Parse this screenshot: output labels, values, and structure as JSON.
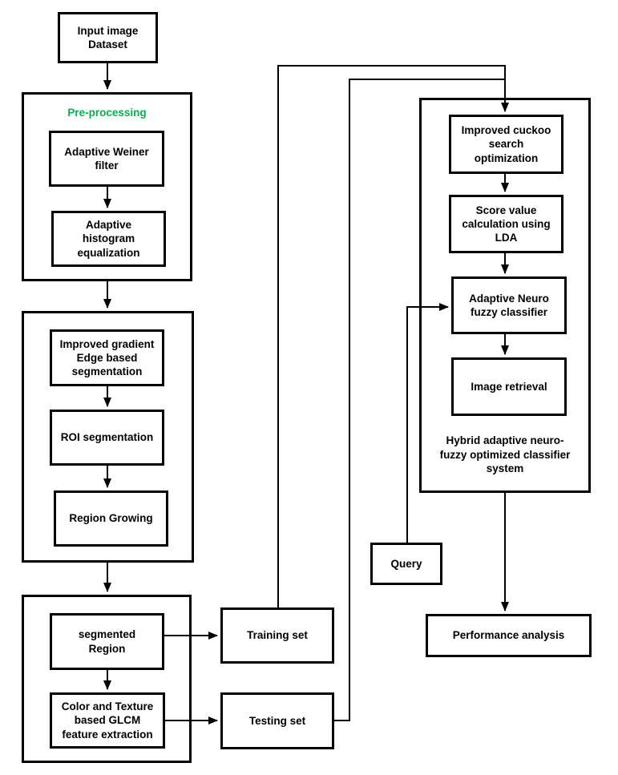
{
  "diagram": {
    "colors": {
      "accent_green": "#00B050",
      "line": "#000000",
      "background": "#ffffff"
    },
    "nodes": {
      "input_dataset": {
        "label": "Input image\nDataset"
      },
      "pre_processing_label": {
        "label": "Pre-processing"
      },
      "adaptive_weiner": {
        "label": "Adaptive Weiner\nfilter"
      },
      "adaptive_histogram": {
        "label": "Adaptive\nhistogram\nequalization"
      },
      "improved_gradient": {
        "label": "Improved gradient\nEdge based\nsegmentation"
      },
      "roi_segmentation": {
        "label": "ROI segmentation"
      },
      "region_growing": {
        "label": "Region Growing"
      },
      "segmented_region": {
        "label": "segmented\nRegion"
      },
      "color_texture_glcm": {
        "label": "Color and Texture\nbased GLCM\nfeature extraction"
      },
      "training_set": {
        "label": "Training set"
      },
      "testing_set": {
        "label": "Testing set"
      },
      "improved_cuckoo": {
        "label": "Improved cuckoo\nsearch\noptimization"
      },
      "score_value_lda": {
        "label": "Score value\ncalculation using\nLDA"
      },
      "adaptive_neuro_fuzzy": {
        "label": "Adaptive Neuro\nfuzzy classifier"
      },
      "image_retrieval": {
        "label": "Image retrieval"
      },
      "hybrid_system_label": {
        "label": "Hybrid adaptive neuro-\nfuzzy optimized classifier\nsystem"
      },
      "query": {
        "label": "Query"
      },
      "performance_analysis": {
        "label": "Performance analysis"
      }
    }
  }
}
